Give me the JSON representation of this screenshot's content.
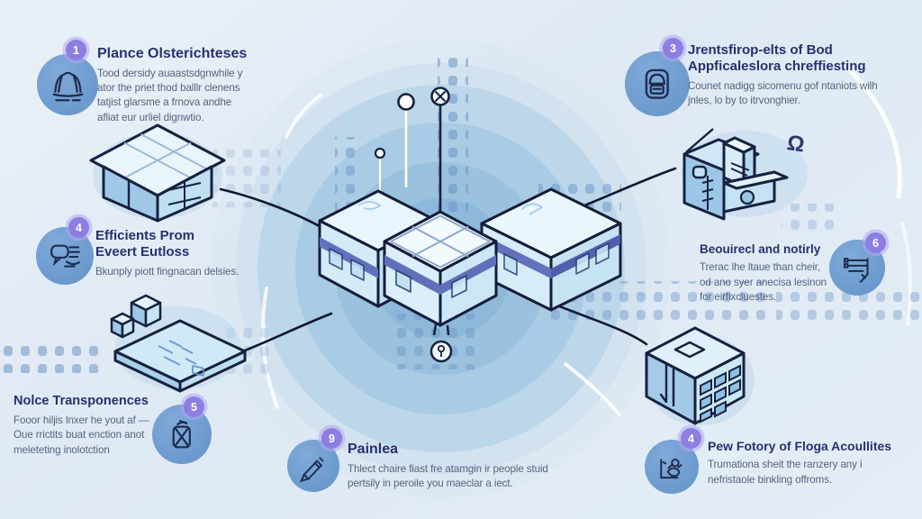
{
  "colors": {
    "background": "#e2ebf4",
    "heading": "#27306e",
    "body_text": "#57637e",
    "icon_circle": "#6b9ace",
    "badge": "#8d7ee2",
    "outline": "#16213f",
    "stripe_accent": "#5f6fb9",
    "circle_rings": [
      "#d2e2f0",
      "#bcd6ea",
      "#a9cbe3",
      "#9ac1de",
      "#8eb8d9"
    ]
  },
  "decor": {
    "omega": "Ω"
  },
  "sections": [
    {
      "position": "top-left",
      "badge": "1",
      "icon": "dome-icon",
      "title": "Plance Olsterichteses",
      "body": "Tood dersidy auaastsdgnwhile y ator the priet thod balllr clenens tatjist glarsme a frnova andhe afliat eur urliel dignwtio."
    },
    {
      "position": "top-right",
      "badge": "3",
      "icon": "satchel-icon",
      "title": "Jrentsfirop-elts of Bod Appficaleslora chreffiesting",
      "body": "Counet nadigg sicomenu gof ntaniots wilh jnles, lo by to itrvonghier."
    },
    {
      "position": "left-middle",
      "badge": "4",
      "icon": "chat-documents-icon",
      "title": "Efficients Prom Eveert Eutloss",
      "body": "Bkunply piott fingnacan delsies."
    },
    {
      "position": "right-middle",
      "badge": "6",
      "icon": "checklist-icon",
      "title": "Beouirecl and notirly",
      "body": "Trerac lhe ltaue than cheir, od ano syer anecisa lesinon for eirfixcluestes."
    },
    {
      "position": "bottom-left",
      "badge": "5",
      "icon": "canister-icon",
      "title": "Nolce Transponences",
      "body": "Fooor hiljis lnxer he yout af — Oue rrictits buat enction anot meleteting inolotction"
    },
    {
      "position": "bottom-middle",
      "badge": "9",
      "icon": "pencil-icon",
      "title": "Painlea",
      "body": "Thlect chaire fiast fre atamgin ir people stuid pertsily in peroile you maeclar a iect."
    },
    {
      "position": "bottom-right",
      "badge": "4",
      "icon": "sketch-figure-icon",
      "title": "Pew Fotory of Floga Acoullites",
      "body": "Trumationa sheit the ranzery any i nefristaole binkling offroms."
    }
  ]
}
